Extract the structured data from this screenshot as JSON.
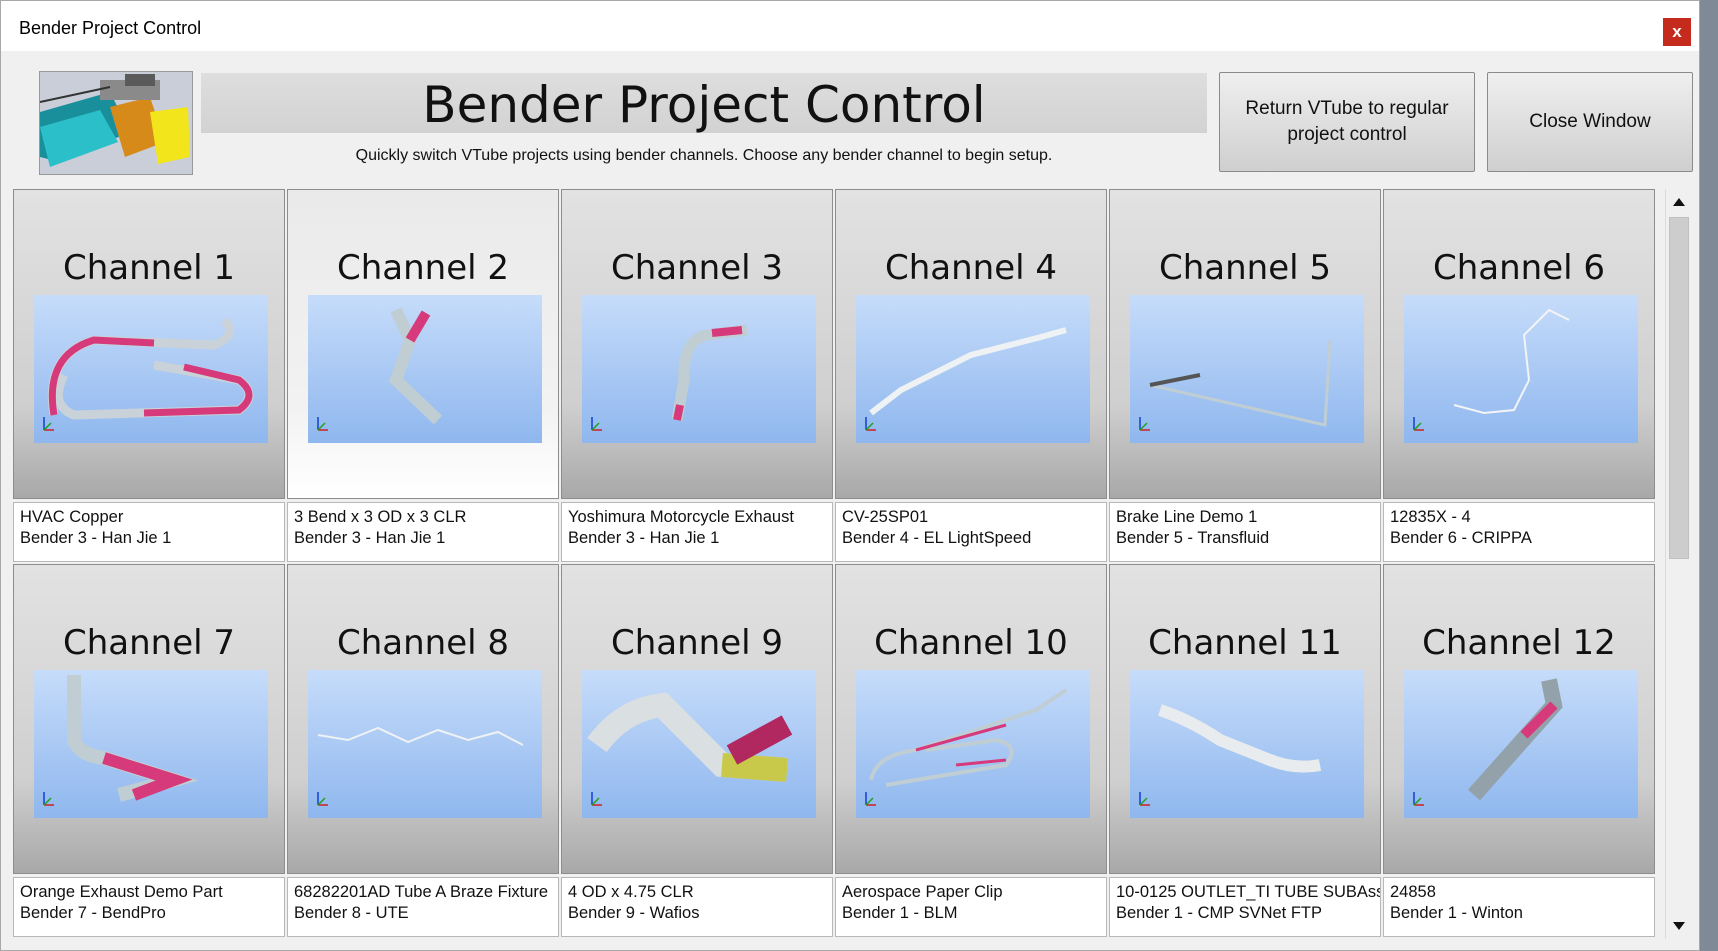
{
  "window": {
    "title": "Bender Project Control",
    "close_glyph": "x"
  },
  "header": {
    "title": "Bender Project Control",
    "subtitle": "Quickly switch VTube projects using bender channels. Choose any bender channel to begin setup.",
    "return_button": "Return VTube to regular project control",
    "close_button": "Close Window"
  },
  "channels": [
    {
      "label": "Channel 1",
      "project": "HVAC Copper",
      "bender": "Bender 3 - Han Jie 1"
    },
    {
      "label": "Channel 2",
      "project": "3 Bend x 3 OD x 3 CLR",
      "bender": "Bender 3 - Han Jie 1"
    },
    {
      "label": "Channel 3",
      "project": "Yoshimura Motorcycle Exhaust",
      "bender": "Bender 3 - Han Jie 1"
    },
    {
      "label": "Channel 4",
      "project": "CV-25SP01",
      "bender": "Bender 4 - EL LightSpeed"
    },
    {
      "label": "Channel 5",
      "project": "Brake Line Demo 1",
      "bender": "Bender 5 - Transfluid"
    },
    {
      "label": "Channel 6",
      "project": "12835X - 4",
      "bender": "Bender 6 - CRIPPA"
    },
    {
      "label": "Channel 7",
      "project": "Orange Exhaust Demo Part",
      "bender": "Bender 7 - BendPro"
    },
    {
      "label": "Channel 8",
      "project": "68282201AD Tube A Braze Fixture",
      "bender": "Bender 8 - UTE"
    },
    {
      "label": "Channel 9",
      "project": "4 OD x 4.75 CLR",
      "bender": "Bender 9 - Wafios"
    },
    {
      "label": "Channel 10",
      "project": "Aerospace Paper Clip",
      "bender": "Bender 1 - BLM"
    },
    {
      "label": "Channel 11",
      "project": "10-0125 OUTLET_TI TUBE SUBAss",
      "bender": "Bender 1 - CMP SVNet FTP"
    },
    {
      "label": "Channel 12",
      "project": "24858",
      "bender": "Bender 1 - Winton"
    }
  ],
  "colors": {
    "accent_pink": "#d63a7a",
    "tube_gray": "#b8c6cc",
    "thumb_blue": "#8fb7ee",
    "close_red": "#c42b1c"
  }
}
